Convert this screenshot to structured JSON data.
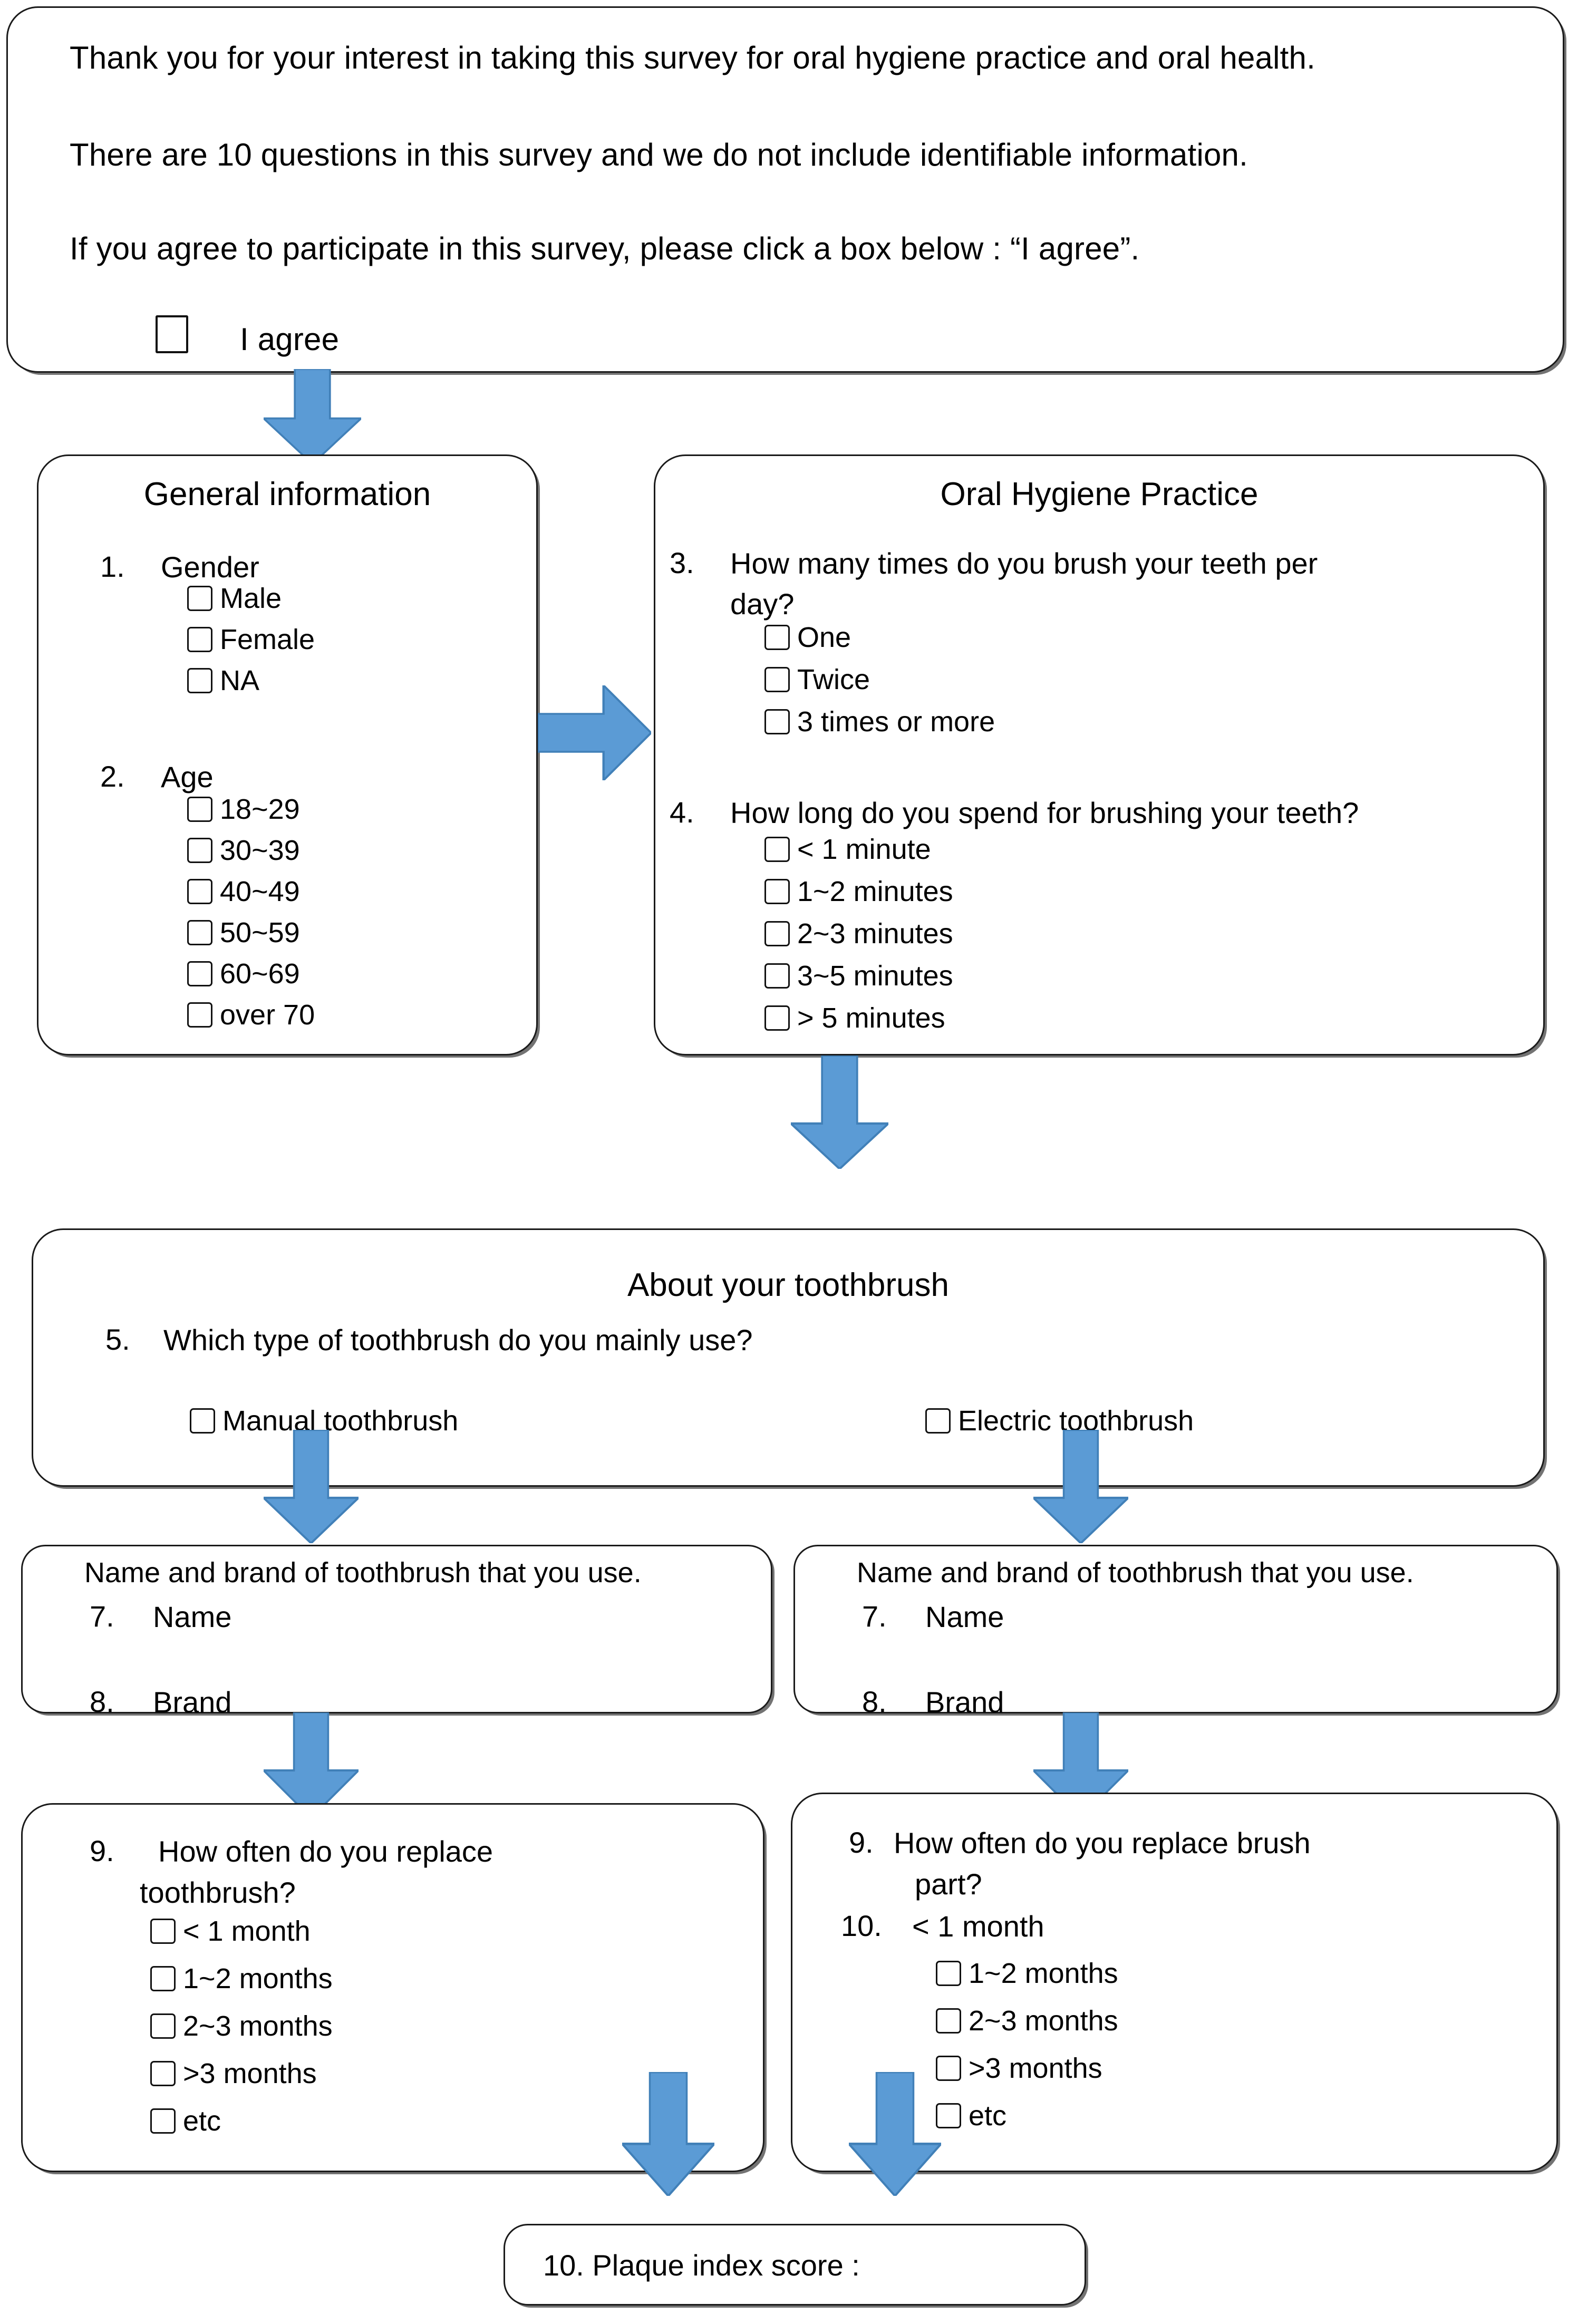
{
  "diagram": {
    "title": "Oral hygiene practice and oral health survey flowchart",
    "accent_color": "#5B9BD5",
    "box_border_color": "#1a1a1a"
  },
  "intro": {
    "line1": "Thank you for your interest in taking this survey for oral hygiene practice and oral health.",
    "line2": "There are 10 questions in this survey and we do not include identifiable information.",
    "line3": "If you agree to participate in this survey, please click a box below : “I agree”.",
    "agree_label": "I agree"
  },
  "general_information": {
    "title": "General information",
    "q1": {
      "num": "1.",
      "text": "Gender",
      "options": [
        "Male",
        "Female",
        "NA"
      ]
    },
    "q2": {
      "num": "2.",
      "text": "Age",
      "options": [
        "18~29",
        "30~39",
        "40~49",
        "50~59",
        "60~69",
        "over 70"
      ]
    }
  },
  "oral_hygiene_practice": {
    "title": "Oral Hygiene Practice",
    "q3": {
      "num": "3.",
      "text_line1": "How many times do you brush your teeth per",
      "text_line2": "day?",
      "options": [
        "One",
        "Twice",
        "3 times or more"
      ]
    },
    "q4": {
      "num": "4.",
      "text": "How long do you spend for brushing your teeth?",
      "options": [
        "< 1 minute",
        "1~2 minutes",
        "2~3 minutes",
        "3~5 minutes",
        "> 5 minutes"
      ]
    }
  },
  "about_toothbrush": {
    "title": "About your toothbrush",
    "q5": {
      "num": "5.",
      "text": "Which type of toothbrush do you mainly use?"
    },
    "option_manual": "Manual toothbrush",
    "option_electric": "Electric toothbrush"
  },
  "manual_branch": {
    "heading": "Name and brand of toothbrush that you use.",
    "q7_num": "7.",
    "q7_text": "Name",
    "q8_num": "8.",
    "q8_text": "Brand",
    "q9_num": "9.",
    "q9_line1": "How often do you replace",
    "q9_line2": "toothbrush?",
    "options": [
      "< 1 month",
      "1~2 months",
      "2~3 months",
      ">3 months",
      "etc"
    ]
  },
  "electric_branch": {
    "heading": "Name and brand of toothbrush that you use.",
    "q7_num": "7.",
    "q7_text": "Name",
    "q8_num": "8.",
    "q8_text": "Brand",
    "q9_num": "9.",
    "q9_line1": "How often do you replace brush",
    "q9_line2": "part?",
    "q10_num": "10.",
    "q10_text": "< 1 month",
    "options": [
      "1~2 months",
      "2~3 months",
      ">3 months",
      "etc"
    ]
  },
  "final": {
    "text": "10. Plaque index score :"
  }
}
